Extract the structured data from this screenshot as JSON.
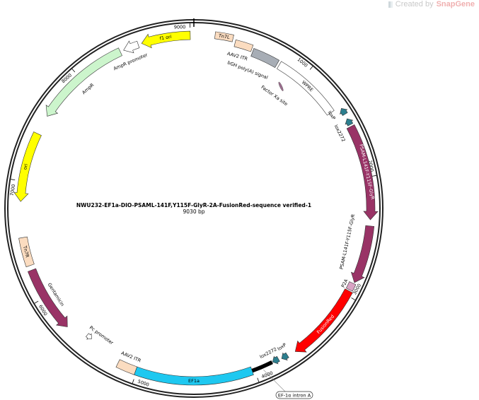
{
  "watermark": {
    "prefix": "Created by",
    "brand": "SnapGene"
  },
  "plasmid": {
    "name": "NWU232-EF1a-DIO-PSAML-141F,Y115F-GlyR-2A-FusionRed-sequence verified-1",
    "size_label": "9030 bp",
    "length_bp": 9030
  },
  "ticks": [
    {
      "bp": 1000,
      "label": "1000"
    },
    {
      "bp": 2000,
      "label": "2000"
    },
    {
      "bp": 3000,
      "label": "3000"
    },
    {
      "bp": 4000,
      "label": "4000"
    },
    {
      "bp": 5000,
      "label": "5000"
    },
    {
      "bp": 6000,
      "label": "6000"
    },
    {
      "bp": 7000,
      "label": "7000"
    },
    {
      "bp": 8000,
      "label": "8000"
    },
    {
      "bp": 9000,
      "label": "9000"
    }
  ],
  "features": [
    {
      "id": "tn7l",
      "name": "Tn7L",
      "start": 175,
      "end": 325,
      "dir": 0,
      "color": "#fbdcc0"
    },
    {
      "id": "aav2-itr-top",
      "name": "AAV2 ITR",
      "start": 350,
      "end": 500,
      "dir": 0,
      "color": "#fbdcc0"
    },
    {
      "id": "bgh-polya",
      "name": "bGH poly(A) signal",
      "start": 515,
      "end": 750,
      "dir": 0,
      "color": "#a7adb5"
    },
    {
      "id": "wpre",
      "name": "WPRE",
      "start": 770,
      "end": 1380,
      "dir": 0,
      "color": "#ffffff"
    },
    {
      "id": "factor-xa",
      "name": "Factor Xa site",
      "start": 875,
      "end": 905,
      "dir": 0,
      "color": "#9c6d8e"
    },
    {
      "id": "loxp-top",
      "name": "loxP",
      "start": 1400,
      "end": 1455,
      "dir": -1,
      "color": "#2c7f8f"
    },
    {
      "id": "lox2272-top",
      "name": "lox2272",
      "start": 1495,
      "end": 1550,
      "dir": -1,
      "color": "#2c7f8f"
    },
    {
      "id": "psam-1",
      "name": "PSAM-L141F-Y115F-GlyR",
      "start": 1565,
      "end": 2350,
      "dir": 1,
      "color": "#993366"
    },
    {
      "id": "psam-2",
      "name": "PSAM-L141F-Y115F-GlyR",
      "start": 2400,
      "end": 2880,
      "dir": 1,
      "color": "#993366"
    },
    {
      "id": "p2a",
      "name": "P2A",
      "start": 2890,
      "end": 2950,
      "dir": 0,
      "color": "#d9a3c4"
    },
    {
      "id": "fusionred",
      "name": "FusionRed",
      "start": 2960,
      "end": 3630,
      "dir": 1,
      "color": "#ff0000"
    },
    {
      "id": "loxp-bottom",
      "name": "loxP",
      "start": 3700,
      "end": 3755,
      "dir": 1,
      "color": "#2c7f8f"
    },
    {
      "id": "lox2272-bottom",
      "name": "lox2272",
      "start": 3780,
      "end": 3835,
      "dir": 1,
      "color": "#2c7f8f"
    },
    {
      "id": "ef1a-intron",
      "name": "EF-1α intron A",
      "start": 3840,
      "end": 4020,
      "dir": 0,
      "color": "#000000"
    },
    {
      "id": "ef1a",
      "name": "EF1a",
      "start": 4020,
      "end": 5010,
      "dir": 0,
      "color": "#1ec8f0"
    },
    {
      "id": "aav2-itr-bottom",
      "name": "AAV2 ITR",
      "start": 5010,
      "end": 5170,
      "dir": 0,
      "color": "#fbdcc0"
    },
    {
      "id": "pc-promoter",
      "name": "Pc promoter",
      "start": 5470,
      "end": 5520,
      "dir": -1,
      "color": "#ffffff"
    },
    {
      "id": "gentamicin",
      "name": "Gentamicin",
      "start": 5690,
      "end": 6250,
      "dir": -1,
      "color": "#993366"
    },
    {
      "id": "tn7r",
      "name": "Tn7R",
      "start": 6290,
      "end": 6530,
      "dir": 0,
      "color": "#fbdcc0"
    },
    {
      "id": "ori",
      "name": "ori",
      "start": 6830,
      "end": 7415,
      "dir": -1,
      "color": "#ffff00"
    },
    {
      "id": "ampr",
      "name": "AmpR",
      "start": 7580,
      "end": 8400,
      "dir": -1,
      "color": "#ccf5cc"
    },
    {
      "id": "ampr-promoter",
      "name": "AmpR promoter",
      "start": 8430,
      "end": 8560,
      "dir": -1,
      "color": "#ffffff"
    },
    {
      "id": "f1-ori",
      "name": "f1 ori",
      "start": 8590,
      "end": 9000,
      "dir": -1,
      "color": "#ffff00"
    }
  ]
}
